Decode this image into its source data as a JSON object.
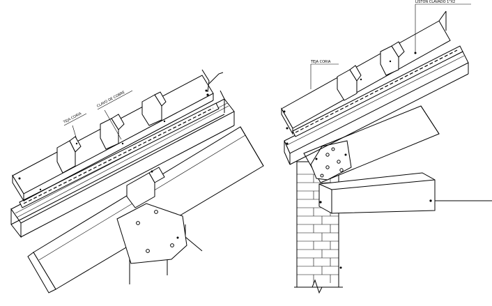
{
  "left_detail": {
    "labels": {
      "tile": "TEJA CORIA",
      "nail": "CLAVO DE COBRE"
    }
  },
  "right_detail": {
    "labels": {
      "tile": "TEJA CORIA",
      "batten": "LISTON CLAVADO 1\"X2"
    }
  }
}
